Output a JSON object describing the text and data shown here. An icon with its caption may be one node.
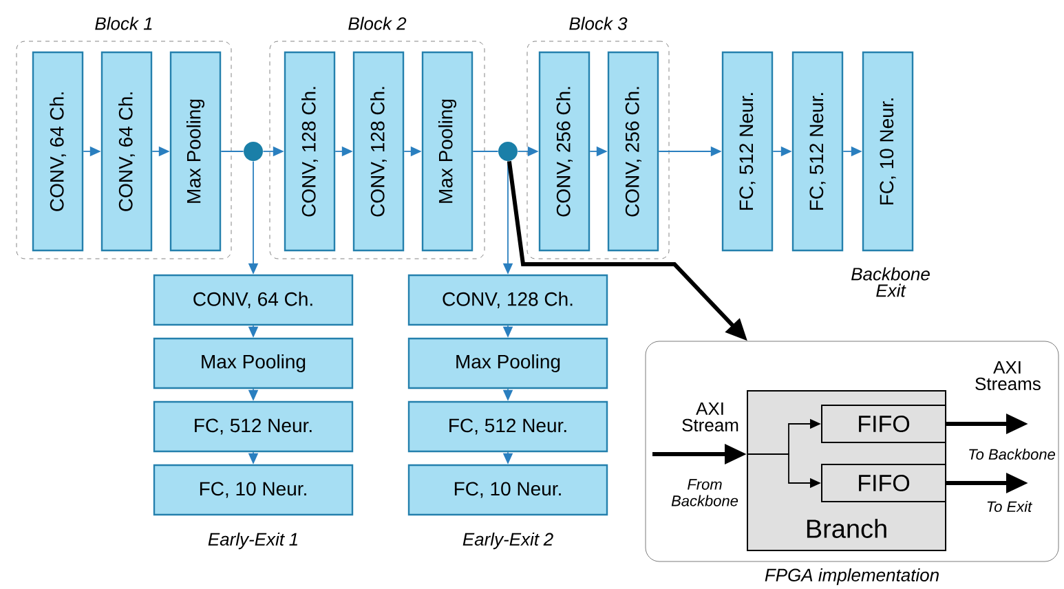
{
  "diagram": {
    "nodes": [
      {
        "text": [
          "Block 1"
        ]
      },
      {
        "text": [
          "CONV, 64 Ch."
        ],
        "in": 0
      },
      {
        "text": [
          "CONV, 64 Ch."
        ],
        "in": 0
      },
      {
        "text": [
          "Max Pooling"
        ],
        "in": 0
      },
      {
        "text": [
          "Block 2"
        ]
      },
      {
        "text": [
          "CONV, 128 Ch."
        ],
        "in": 4
      },
      {
        "text": [
          "CONV, 128 Ch."
        ],
        "in": 4
      },
      {
        "text": [
          "Max Pooling"
        ],
        "in": 4
      },
      {
        "text": [
          "Block 3"
        ]
      },
      {
        "text": [
          "CONV, 256 Ch."
        ],
        "in": 8
      },
      {
        "text": [
          "CONV, 256 Ch."
        ],
        "in": 8
      },
      {
        "text": [
          "FC, 512 Neur."
        ]
      },
      {
        "text": [
          "FC, 512 Neur."
        ]
      },
      {
        "text": [
          "FC, 10 Neur."
        ],
        "beside": [
          "Backbone Exit"
        ]
      },
      {
        "text": [],
        "shape": "circle"
      },
      {
        "text": [],
        "shape": "circle"
      },
      {
        "text": [
          "CONV, 64 Ch."
        ]
      },
      {
        "text": [
          "Max Pooling"
        ]
      },
      {
        "text": [
          "FC, 512 Neur."
        ]
      },
      {
        "text": [
          "FC, 10 Neur."
        ],
        "beside": [
          "Early-Exit 1"
        ]
      },
      {
        "text": [
          "CONV, 128 Ch."
        ]
      },
      {
        "text": [
          "Max Pooling"
        ]
      },
      {
        "text": [
          "FC, 512 Neur."
        ]
      },
      {
        "text": [
          "FC, 10 Neur."
        ],
        "beside": [
          "Early-Exit 2"
        ]
      },
      {
        "text": [
          "FPGA implementation"
        ]
      },
      {
        "text": [
          "Branch"
        ],
        "in": 24
      },
      {
        "text": [
          "FIFO"
        ],
        "in": 25
      },
      {
        "text": [
          "FIFO"
        ],
        "in": 25
      }
    ],
    "edges": [
      {
        "from": 1,
        "to": 2,
        "arrow": "to"
      },
      {
        "from": 2,
        "to": 3,
        "arrow": "to"
      },
      {
        "from": 3,
        "to": 14,
        "arrow": "none"
      },
      {
        "from": 14,
        "to": 5,
        "arrow": "to"
      },
      {
        "from": 5,
        "to": 6,
        "arrow": "to"
      },
      {
        "from": 6,
        "to": 7,
        "arrow": "to"
      },
      {
        "from": 7,
        "to": 15,
        "arrow": "none"
      },
      {
        "from": 15,
        "to": 9,
        "arrow": "to"
      },
      {
        "from": 9,
        "to": 10,
        "arrow": "to"
      },
      {
        "from": 10,
        "to": 11,
        "arrow": "to"
      },
      {
        "from": 11,
        "to": 12,
        "arrow": "to"
      },
      {
        "from": 12,
        "to": 13,
        "arrow": "to"
      },
      {
        "from": 14,
        "to": 16,
        "arrow": "to"
      },
      {
        "from": 16,
        "to": 17,
        "arrow": "to"
      },
      {
        "from": 17,
        "to": 18,
        "arrow": "to"
      },
      {
        "from": 18,
        "to": 19,
        "arrow": "to"
      },
      {
        "from": 15,
        "to": 20,
        "arrow": "to"
      },
      {
        "from": 20,
        "to": 21,
        "arrow": "to"
      },
      {
        "from": 21,
        "to": 22,
        "arrow": "to"
      },
      {
        "from": 22,
        "to": 23,
        "arrow": "to"
      },
      {
        "from": 15,
        "to": 24,
        "arrow": "to",
        "style": "thick",
        "color": "#000000"
      },
      {
        "from": null,
        "to": 25,
        "arrow": "to",
        "style": "thick",
        "color": "#000000"
      },
      {
        "from": 25,
        "to": 26,
        "arrow": "to",
        "color": "#000000"
      },
      {
        "from": 25,
        "to": 27,
        "arrow": "to",
        "color": "#000000"
      },
      {
        "from": 26,
        "to": null,
        "arrow": "to",
        "style": "thick",
        "color": "#000000",
        "label": "To Backbone"
      },
      {
        "from": 27,
        "to": null,
        "arrow": "to",
        "style": "thick",
        "color": "#000000",
        "label": "To Exit"
      }
    ],
    "labels": [
      "AXI Stream",
      "From Backbone",
      "AXI Streams"
    ]
  }
}
